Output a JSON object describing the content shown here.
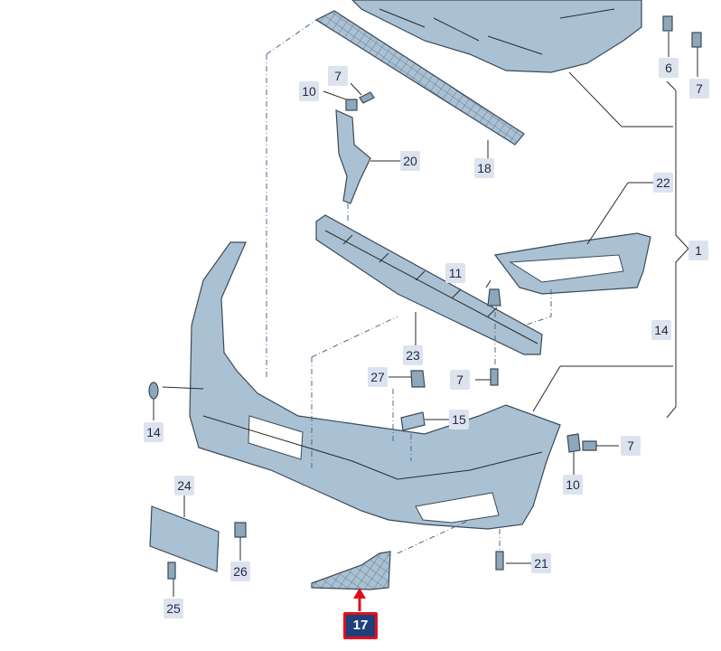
{
  "diagram": {
    "callouts": [
      {
        "id": "c1",
        "label": "1"
      },
      {
        "id": "c6",
        "label": "6"
      },
      {
        "id": "c7a",
        "label": "7"
      },
      {
        "id": "c7b",
        "label": "7"
      },
      {
        "id": "c7c",
        "label": "7"
      },
      {
        "id": "c7d",
        "label": "7"
      },
      {
        "id": "c10a",
        "label": "10"
      },
      {
        "id": "c10b",
        "label": "10"
      },
      {
        "id": "c11",
        "label": "11"
      },
      {
        "id": "c14a",
        "label": "14"
      },
      {
        "id": "c14b",
        "label": "14"
      },
      {
        "id": "c15",
        "label": "15"
      },
      {
        "id": "c17",
        "label": "17"
      },
      {
        "id": "c18",
        "label": "18"
      },
      {
        "id": "c20",
        "label": "20"
      },
      {
        "id": "c21",
        "label": "21"
      },
      {
        "id": "c22",
        "label": "22"
      },
      {
        "id": "c23",
        "label": "23"
      },
      {
        "id": "c24",
        "label": "24"
      },
      {
        "id": "c25",
        "label": "25"
      },
      {
        "id": "c26",
        "label": "26"
      },
      {
        "id": "c27",
        "label": "27"
      }
    ],
    "highlighted_part": "17",
    "colors": {
      "part_fill": "#a9c1d3",
      "callout_bg": "#dde3ee",
      "highlight_bg": "#1f3f7a",
      "highlight_border": "#e0101a",
      "highlight_arrow": "#e0101a"
    }
  }
}
